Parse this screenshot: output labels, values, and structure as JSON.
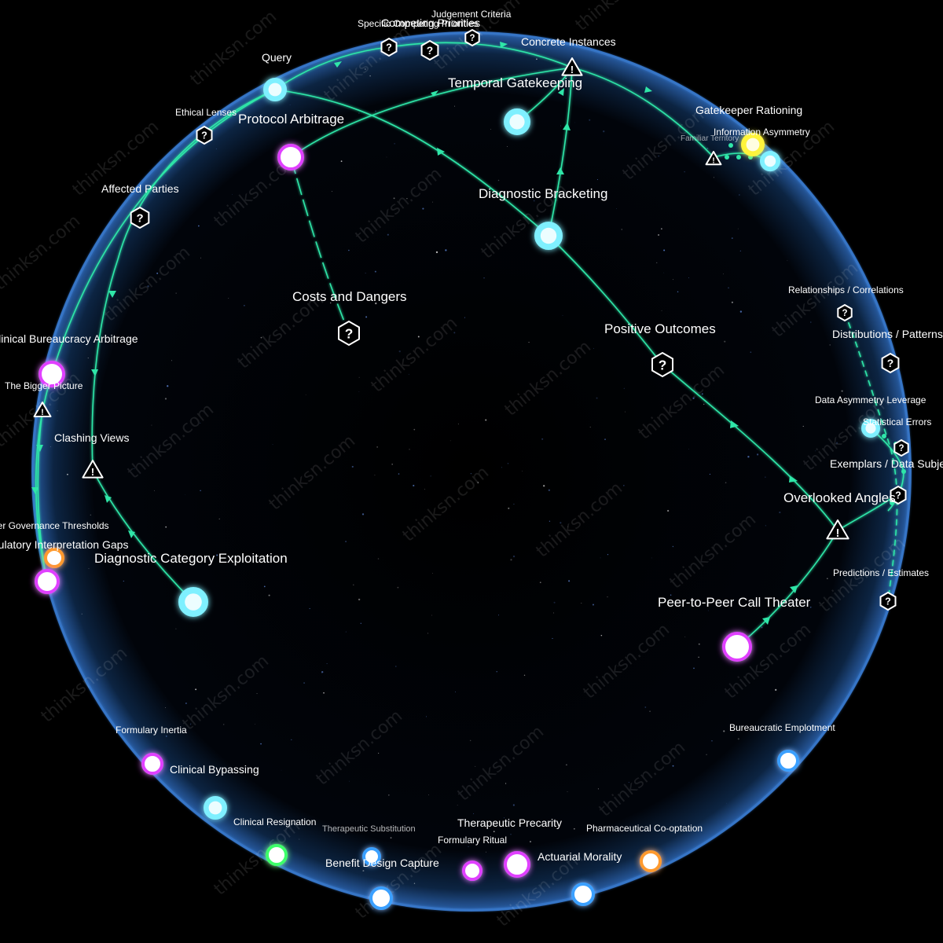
{
  "watermark": "thinksn.com",
  "colors": {
    "background": "#000000",
    "sphere_edge": "#3d7fd6",
    "edge": "#2fe6a8",
    "cyan": "#7ff0ff",
    "magenta": "#e040ff",
    "blue": "#3aa0ff",
    "green": "#3dff6a",
    "orange": "#ff9a2e",
    "yellow": "#fff43a",
    "white": "#ffffff"
  },
  "labels": {
    "query": "Query",
    "specific_competing": "Specific Competing Priorities",
    "competing_priorities": "Competing Priorities",
    "judgement_criteria": "Judgement Criteria",
    "concrete_instances": "Concrete Instances",
    "temporal_gatekeeping": "Temporal Gatekeeping",
    "gatekeeper_rationing": "Gatekeeper Rationing",
    "information_asymmetry": "Information Asymmetry",
    "familiar_territory": "Familiar Territory",
    "ethical_lenses": "Ethical Lenses",
    "protocol_arbitrage": "Protocol Arbitrage",
    "affected_parties": "Affected Parties",
    "diagnostic_bracketing": "Diagnostic Bracketing",
    "costs_and_dangers": "Costs and Dangers",
    "positive_outcomes": "Positive Outcomes",
    "relationships_correlations": "Relationships / Correlations",
    "distributions_patterns": "Distributions / Patterns",
    "data_asymmetry_leverage": "Data Asymmetry Leverage",
    "statistical_errors": "Statistical Errors",
    "exemplars_data_subjects": "Exemplars / Data Subjects",
    "overlooked_angles": "Overlooked Angles",
    "predictions_estimates": "Predictions / Estimates",
    "peer_to_peer_call_theater": "Peer-to-Peer Call Theater",
    "clinical_bureaucracy_arbitrage": "Clinical Bureaucracy Arbitrage",
    "the_bigger_picture": "The Bigger Picture",
    "clashing_views": "Clashing Views",
    "insurer_governance_thresholds": "Insurer Governance Thresholds",
    "regulatory_interpretation_gaps": "Regulatory Interpretation Gaps",
    "diagnostic_category_exploitation": "Diagnostic Category Exploitation",
    "formulary_inertia": "Formulary Inertia",
    "clinical_bypassing": "Clinical Bypassing",
    "clinical_resignation": "Clinical Resignation",
    "therapeutic_substitution": "Therapeutic Substitution",
    "benefit_design_capture": "Benefit Design Capture",
    "formulary_ritual": "Formulary Ritual",
    "therapeutic_precarity": "Therapeutic Precarity",
    "actuarial_morality": "Actuarial Morality",
    "pharmaceutical_cooptation": "Pharmaceutical Co-optation",
    "bureaucratic_emplotment": "Bureaucratic Emplotment"
  }
}
